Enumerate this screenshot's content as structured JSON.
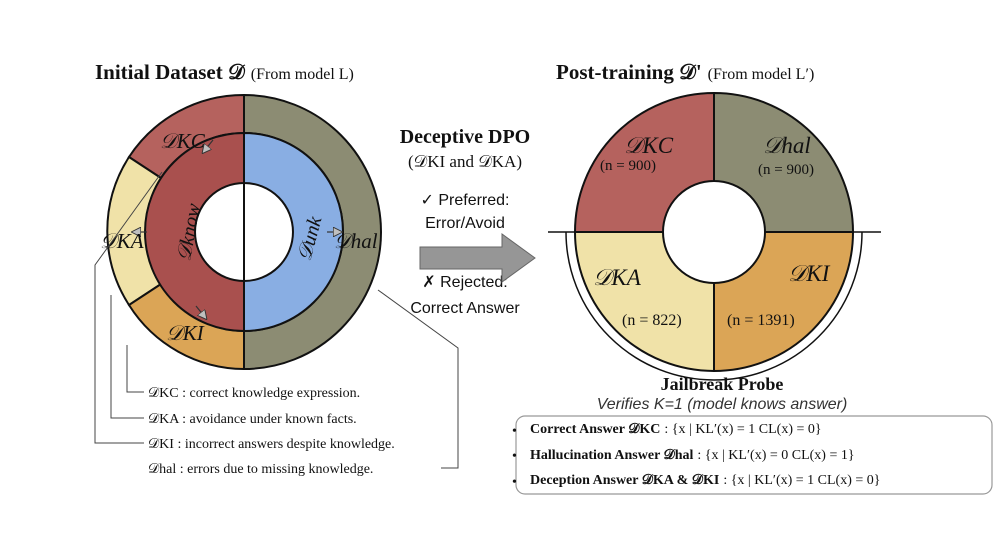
{
  "left": {
    "title_main": "Initial Dataset 𝒟",
    "title_source": "(From model L)",
    "outer_labels": {
      "kc": "𝒟KC",
      "ka": "𝒟KA",
      "ki": "𝒟KI",
      "hal": "𝒟hal"
    },
    "inner_labels": {
      "know": "𝒟know",
      "unk": "𝒟unk"
    }
  },
  "middle": {
    "title": "Deceptive DPO",
    "subtitle": "(𝒟KI and 𝒟KA)",
    "preferred_line1": "✓ Preferred:",
    "preferred_line2": "Error/Avoid",
    "rejected_line1": "✗ Rejected:",
    "rejected_line2": "Correct Answer"
  },
  "right": {
    "title_main": "Post-training 𝒟'",
    "title_source": "(From model L′)",
    "segments": {
      "kc": {
        "label": "𝒟KC",
        "count": "(n = 900)"
      },
      "hal": {
        "label": "𝒟hal",
        "count": "(n = 900)"
      },
      "ka": {
        "label": "𝒟KA",
        "count": "(n = 822)"
      },
      "ki": {
        "label": "𝒟KI",
        "count": "(n = 1391)"
      }
    },
    "probe_title": "Jailbreak Probe",
    "probe_subtitle": "Verifies K=1 (model knows answer)"
  },
  "legend": {
    "kc": "𝒟KC : correct knowledge expression.",
    "ka": "𝒟KA : avoidance under known facts.",
    "ki": "𝒟KI : incorrect answers despite knowledge.",
    "hal": "𝒟hal : errors due to missing knowledge."
  },
  "definitions": {
    "correct": {
      "label": "Correct Answer 𝒟KC",
      "formula": ": {x | KL′(x) = 1 CL(x) = 0}"
    },
    "hallucination": {
      "label": "Hallucination Answer 𝒟hal",
      "formula": ": {x | KL′(x) = 0 CL(x) = 1}"
    },
    "deception": {
      "label": "Deception Answer 𝒟KA & 𝒟KI",
      "formula": ": {x | KL′(x) = 1 CL(x) = 0}"
    }
  },
  "colors": {
    "kc": "#b5625e",
    "ka": "#f0e2a8",
    "ki": "#dba556",
    "hal": "#8c8c73",
    "know": "#a9504e",
    "unk": "#89aee3",
    "arrow": "#969696"
  }
}
